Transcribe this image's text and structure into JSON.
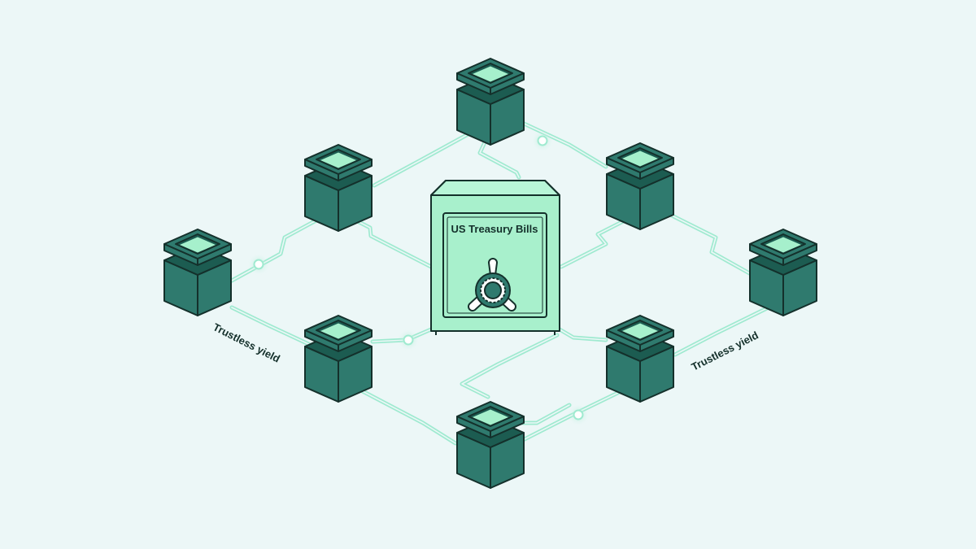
{
  "safe": {
    "title": "US Treasury Bills"
  },
  "labels": {
    "left": "Trustless yield",
    "right": "Trustless yield"
  },
  "colors": {
    "background": "#ECF7F7",
    "node_body": "#2F7A6E",
    "node_dark": "#1C5C51",
    "node_inner": "#A6F0CC",
    "circuit": "#9FEAD0",
    "outline": "#14302B",
    "safe_fill": "#A8F0CC"
  },
  "nodes": [
    "node-top",
    "node-upper-left",
    "node-upper-right",
    "node-left",
    "node-right",
    "node-lower-left",
    "node-lower-right",
    "node-bottom"
  ]
}
